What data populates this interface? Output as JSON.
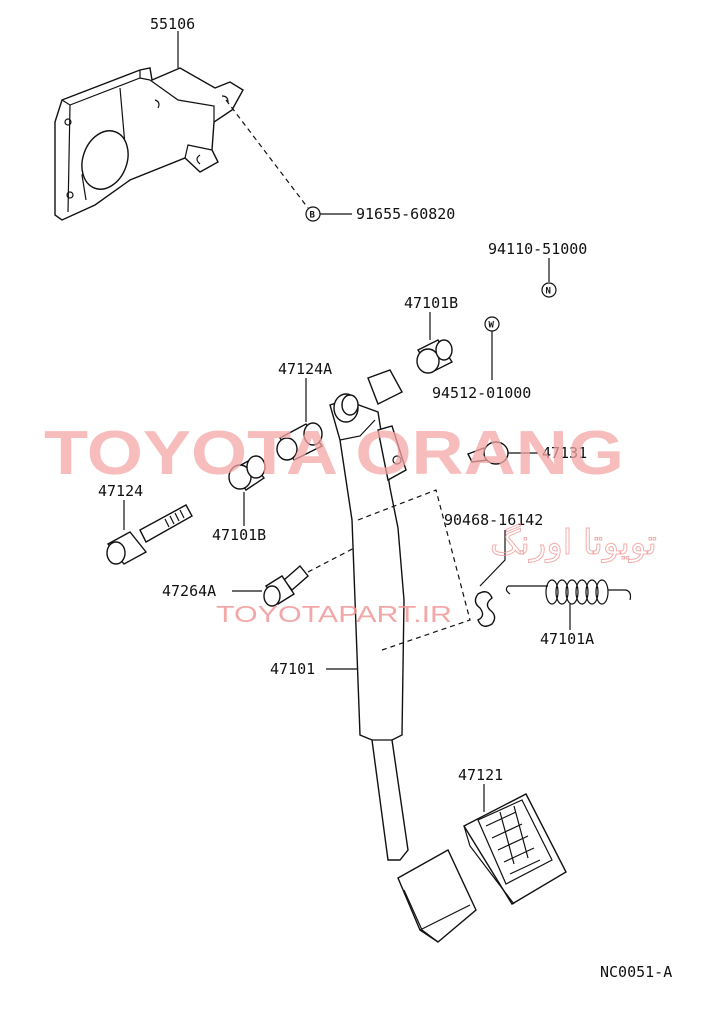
{
  "labels": {
    "p55106": "55106",
    "p91655": "91655-60820",
    "p94110": "94110-51000",
    "p47101b_top": "47101B",
    "p94512": "94512-01000",
    "p47124a": "47124A",
    "p47131": "47131",
    "p47124": "47124",
    "p47101b_left": "47101B",
    "p90468": "90468-16142",
    "p47264a": "47264A",
    "p47101a": "47101A",
    "p47101": "47101",
    "p47121": "47121",
    "code": "NC0051-A"
  },
  "markers": {
    "b": "B",
    "n": "N",
    "w": "W"
  },
  "watermark": {
    "brand": "TOYOTA ORANG",
    "persian": "تویوتا اورنگ",
    "url": "TOYOTAPART.IR"
  }
}
